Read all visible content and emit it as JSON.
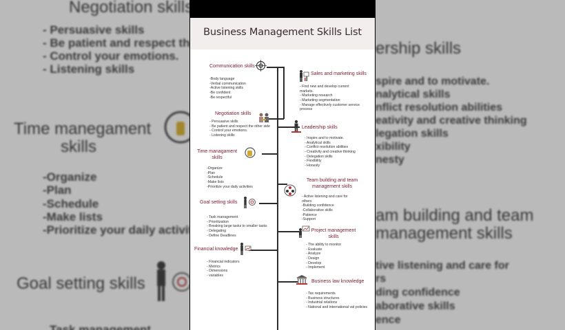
{
  "title": "Business Management Skills List",
  "background_left": {
    "negotiation_heading": "Negotiation skills",
    "negotiation_items": [
      "- Persuasive skills",
      "- Be patient and respect the",
      "- Control your emotions.",
      "- Listening skills"
    ],
    "time_heading_1": "Time manegament",
    "time_heading_2": "skills",
    "time_items": [
      "-Organize",
      "-Plan",
      "-Schedule",
      "-Make lists",
      "-Prioritize your daily activiti"
    ],
    "goal_heading": "Goal setting skills",
    "task_heading": "Task management"
  },
  "background_right": {
    "leadership_heading": "ership skills",
    "leadership_items": [
      "spire and to motivate.",
      "nalytical skills",
      "nflict resolution abilities",
      "eativity and creative thinking",
      "legation skills",
      "xibility",
      "nesty"
    ],
    "team_heading_1": "am building and team",
    "team_heading_2": "management skills",
    "team_items": [
      "tive listening and care for",
      "rs",
      "ding confidence",
      "aborative skills",
      "ence"
    ]
  },
  "left_sections": [
    {
      "heading": "Communication skills",
      "icon": "target-icon",
      "items": [
        "-Body language",
        "-Verbal communication",
        "-Active listening skills",
        "-Be confident",
        "-Be respectful"
      ]
    },
    {
      "heading": "Negotiation skills",
      "icon": "handshake-icon",
      "items": [
        "- Persuasive skills",
        "- Be patient and respect the other side",
        "- Control your emotions.",
        "- Listening skills"
      ]
    },
    {
      "heading": "Time managament",
      "heading2": "skills",
      "icon": "clock-icon",
      "items": [
        "-Organize",
        "-Plan",
        "-Schedule",
        "-Make lists",
        "-Prioritize your daily activities"
      ]
    },
    {
      "heading": "Goal setting skills",
      "icon": "dartboard-icon",
      "items": [
        "- Task management",
        "- Prioritization",
        "- Breaking large tasks to smaller tasks",
        "- Delegating",
        "- Define Deadlines"
      ]
    },
    {
      "heading": "Financial knowledge",
      "icon": "chart-person-icon",
      "items": [
        "- Financial indicators",
        "- Metrics",
        "- Dimensions",
        "- variables"
      ]
    }
  ],
  "right_sections": [
    {
      "heading": "Sales and marketing skills",
      "icon": "sales-icon",
      "items": [
        "- Find new and develop current",
        "markets.",
        "- Marketing research",
        "- Marketing segmentation",
        "- Manage effectively customer service",
        "process"
      ]
    },
    {
      "heading": "Leadership skills",
      "icon": "leader-icon",
      "items": [
        "- Inspire and to motivate.",
        "- Analytical skills",
        "- Conflict resolution abilities",
        "- Creativity and creative thinking",
        "- Delegation skills",
        "- Flexibility",
        "- Honesty"
      ]
    },
    {
      "heading": "Team building and team",
      "heading2": "management skills",
      "icon": "team-icon",
      "items": [
        "- Active listening and care for",
        "others",
        "-Building confidence",
        "-Collaborative skills",
        "-Patience",
        "-Support"
      ]
    },
    {
      "heading": "Project management",
      "heading2": "skills",
      "icon": "presenter-icon",
      "items": [
        "- The ability to monitor",
        "- Evaluate",
        "- Analyze",
        "- Design",
        "- Develop",
        "- Implement"
      ]
    },
    {
      "heading": "Business law knowledge",
      "icon": "courthouse-icon",
      "items": [
        "- Tax requirements",
        "- Business structures",
        "- Industrial relations",
        "- National and international vat policies"
      ]
    }
  ]
}
